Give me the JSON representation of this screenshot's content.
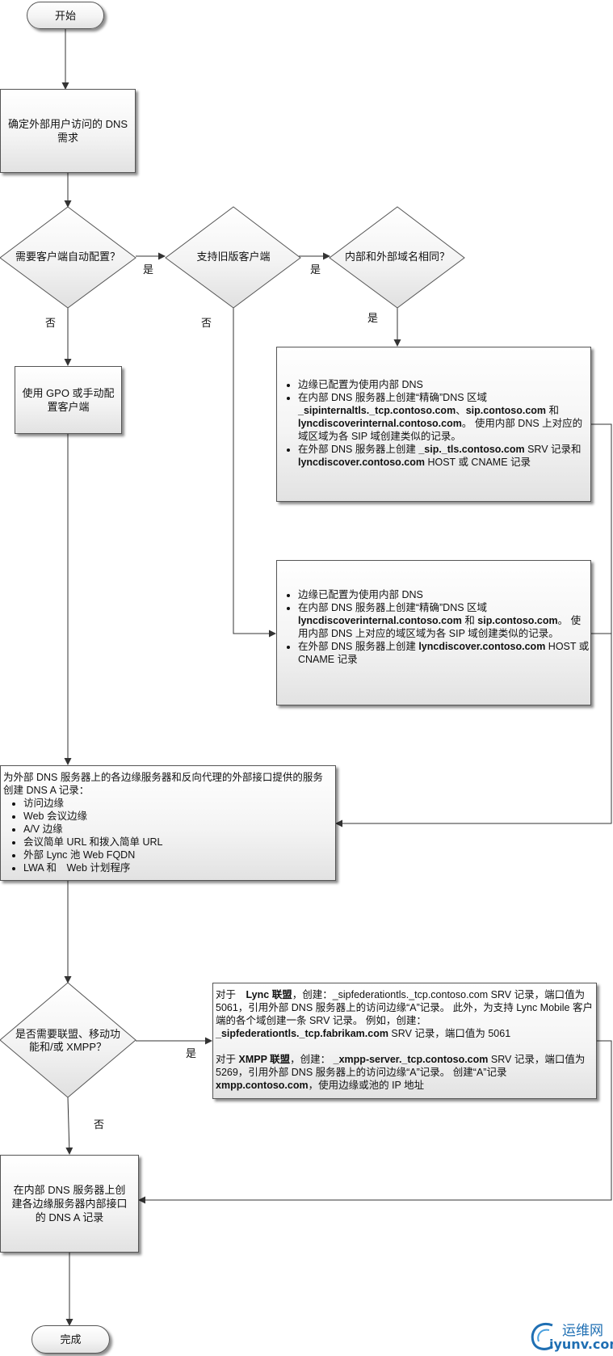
{
  "nodes": {
    "start": "开始",
    "determine": "确定外部用户访问的 DNS 需求",
    "q_autoconfig": "需要客户端自动配置？",
    "q_legacy": "支持旧版客户端",
    "q_same_domain": "内部和外部域名相同？",
    "use_gpo": "使用 GPO 或手动配置客户端",
    "box1": {
      "b1": "边缘已配置为使用内部 DNS",
      "b2_pre": "在内部 DNS 服务器上创建“精确”DNS 区域 ",
      "b2_z1": "_sipinternaltls._tcp.contoso.com",
      "b2_sep": "、",
      "b2_z2": "sip.contoso.com",
      "b2_and": " 和 ",
      "b2_z3": "lyncdiscoverinternal.contoso.com",
      "b2_post": "。 使用内部 DNS 上对应的域区域为各 SIP 域创建类似的记录。",
      "b3_pre": "在外部 DNS 服务器上创建 ",
      "b3_r1": "_sip._tls.contoso.com",
      "b3_mid": " SRV 记录和 ",
      "b3_r2": "lyncdiscover.contoso.com",
      "b3_post": " HOST 或 CNAME 记录"
    },
    "box2": {
      "b1": "边缘已配置为使用内部 DNS",
      "b2_pre": "在内部 DNS 服务器上创建“精确”DNS 区域 ",
      "b2_z1": "lyncdiscoverinternal.contoso.com",
      "b2_and": " 和 ",
      "b2_z2": "sip.contoso.com",
      "b2_post": "。 使用内部 DNS 上对应的域区域为各 SIP 域创建类似的记录。",
      "b3_pre": "在外部 DNS 服务器上创建 ",
      "b3_r1": "lyncdiscover.contoso.com",
      "b3_post": " HOST 或 CNAME 记录"
    },
    "box3": {
      "intro": "为外部 DNS 服务器上的各边缘服务器和反向代理的外部接口提供的服务创建 DNS A 记录：",
      "items": [
        "访问边缘",
        "Web 会议边缘",
        "A/V 边缘",
        "会议简单 URL 和拨入简单 URL",
        "外部 Lync 池 Web FQDN",
        "LWA 和　Web 计划程序"
      ]
    },
    "q_federation": "是否需要联盟、移动功能和/或 XMPP？",
    "box4": {
      "p1_pre": "对于　",
      "p1_b1": "Lync 联盟",
      "p1_mid1": "，创建：_sipfederationtls._tcp.contoso.com SRV 记录，端口值为 5061，引用外部 DNS 服务器上的访问边缘“A”记录。 此外，为支持 Lync Mobile 客户端的各个域创建一条 SRV 记录。 例如，创建：",
      "p1_b2": "_sipfederationtls._tcp.fabrikam.com",
      "p1_post": " SRV 记录，端口值为 5061",
      "p2_pre": "对于 ",
      "p2_b1": "XMPP 联盟",
      "p2_mid1": "，创建： ",
      "p2_b2": "_xmpp-server._tcp.contoso.com",
      "p2_mid2": " SRV 记录，端口值为 5269，引用外部 DNS 服务器上的访问边缘“A”记录。 创建“A”记录 ",
      "p2_b3": "xmpp.contoso.com",
      "p2_post": "，使用边缘或池的 IP 地址"
    },
    "internal_a": "在内部 DNS 服务器上创建各边缘服务器内部接口的 DNS A 记录",
    "finish": "完成"
  },
  "edge_labels": {
    "yes": "是",
    "no": "否"
  },
  "watermark": {
    "cn": "运维网",
    "url": "iyunv.com"
  }
}
